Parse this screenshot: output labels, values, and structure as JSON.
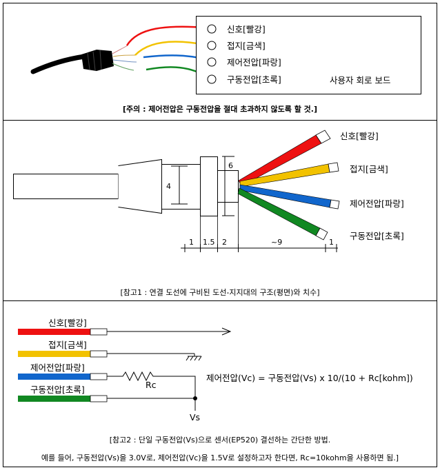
{
  "panel1": {
    "labels": [
      "신호[빨강]",
      "접지[금색]",
      "제어전압[파랑]",
      "구동전압[초록]"
    ],
    "board_label": "사용자 회로 보드",
    "caution": "[주의 : 제어전압은 구동전압을 절대 초과하지 않도록 할 것.]"
  },
  "panel2": {
    "labels": [
      "신호[빨강]",
      "접지[금색]",
      "제어전압[파랑]",
      "구동전압[초록]"
    ],
    "dim_height_4": "4",
    "dim_height_6": "6",
    "dims": [
      "1",
      "1.5",
      "2",
      "~9",
      "1"
    ],
    "caption": "[참고1 : 연결 도선에 구비된 도선-지지대의 구조(평면)와 치수]"
  },
  "panel3": {
    "labels": [
      "신호[빨강]",
      "접지[금색]",
      "제어전압[파랑]",
      "구동전압[초록]"
    ],
    "resistor": "Rc",
    "supply": "Vs",
    "formula": "제어전압(Vc) = 구동전압(Vs) x 10/(10 + Rc[kohm])",
    "caption1": "[참고2 : 단일 구동전압(Vs)으로 센서(EP520) 결선하는 간단한 방법.",
    "caption2": "예를 들어, 구동전압(Vs)을 3.0V로, 제어전압(Vc)을 1.5V로 설정하고자 한다면, Rc=10kohm을  사용하면 됨.]"
  },
  "colors": {
    "red": "#ee1111",
    "gold": "#f2c200",
    "blue": "#1166cc",
    "green": "#118822"
  }
}
